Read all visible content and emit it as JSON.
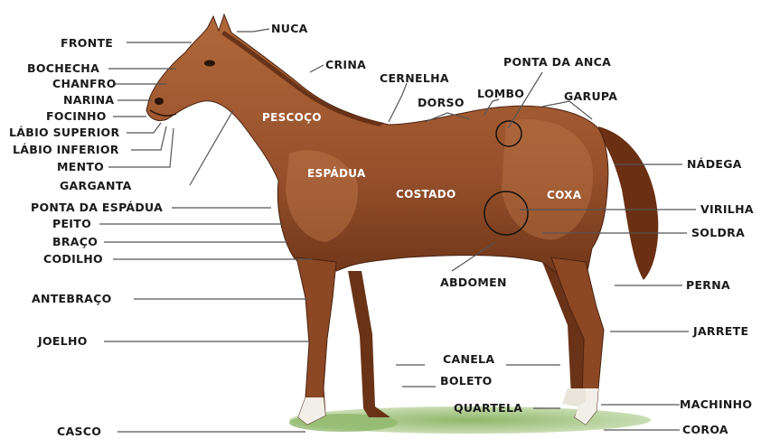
{
  "colors": {
    "horse_body": "#9c5630",
    "horse_dark": "#5e2c14",
    "horse_light": "#c98a5c",
    "grass": "#79a35a",
    "leader": "#555555"
  },
  "labels": {
    "fronte": "FRONTE",
    "nuca": "NUCA",
    "crina": "CRINA",
    "cernelha": "CERNELHA",
    "ponta_da_anca": "PONTA DA ANCA",
    "bochecha": "BOCHECHA",
    "chanfro": "CHANFRO",
    "narina": "NARINA",
    "focinho": "FOCINHO",
    "labio_superior": "LÁBIO SUPERIOR",
    "labio_inferior": "LÁBIO INFERIOR",
    "mento": "MENTO",
    "garganta": "GARGANTA",
    "ponta_da_espadua": "PONTA DA ESPÁDUA",
    "peito": "PEITO",
    "braco": "BRAÇO",
    "codilho": "CODILHO",
    "antebraco": "ANTEBRAÇO",
    "joelho": "JOELHO",
    "casco": "CASCO",
    "dorso": "DORSO",
    "lombo": "LOMBO",
    "garupa": "GARUPA",
    "pescoco": "PESCOÇO",
    "espadua": "ESPÁDUA",
    "costado": "COSTADO",
    "coxa": "COXA",
    "nadega": "NÁDEGA",
    "virilha": "VIRILHA",
    "soldra": "SOLDRA",
    "abdomen": "ABDOMEN",
    "perna": "PERNA",
    "jarrete": "JARRETE",
    "canela": "CANELA",
    "boleto": "BOLETO",
    "quartela": "QUARTELA",
    "machinho": "MACHINHO",
    "coroa": "COROA"
  }
}
